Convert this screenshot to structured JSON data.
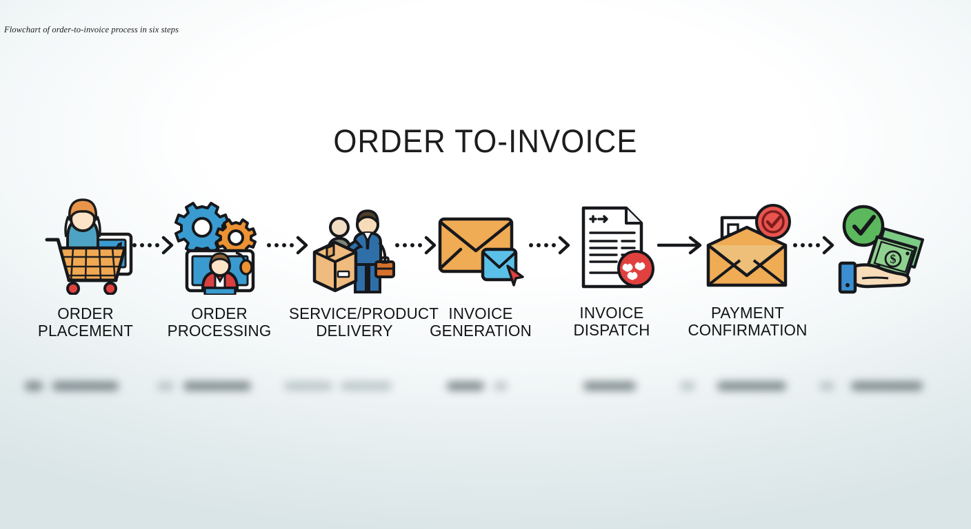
{
  "caption": "Flowchart of order-to-invoice process in six steps",
  "title": "ORDER TO-INVOICE",
  "colors": {
    "background_center": "#ffffff",
    "background_edge": "#dae5e7",
    "text": "#111214",
    "arrow": "#16181c",
    "orange": "#f0a952",
    "orange_dark": "#e08c3a",
    "blue": "#3a9bd0",
    "blue_dark": "#1d6fa5",
    "red": "#e0413f",
    "green": "#53b85c",
    "skin": "#f5d6b5",
    "box_tan": "#f0bb7e"
  },
  "steps": [
    {
      "index": 1,
      "label": "ORDER\nPLACEMENT",
      "icon": "shopping-cart-online-order-icon",
      "icon_description": "Shopping cart with person at computer"
    },
    {
      "index": 2,
      "label": "ORDER\nPROCESSING",
      "icon": "gears-monitor-agent-icon",
      "icon_description": "Gears above monitor with support agent"
    },
    {
      "index": 3,
      "label": "SERVICE/PRODUCT\nDELIVERY",
      "icon": "package-delivery-person-icon",
      "icon_description": "Cardboard box with delivery person and briefcase"
    },
    {
      "index": 4,
      "label": "INVOICE\nGENERATION",
      "icon": "envelope-cursor-icon",
      "icon_description": "Orange envelope with blue envelope badge and cursor"
    },
    {
      "index": 5,
      "label": "INVOICE\nDISPATCH",
      "icon": "document-send-badge-icon",
      "icon_description": "Invoice document with red send badge"
    },
    {
      "index": 6,
      "label": "PAYMENT\nCONFIRMATION",
      "icon": "open-envelope-check-icon",
      "icon_description": "Open envelope with letter and red check badge"
    },
    {
      "index": 7,
      "label": "",
      "icon": "hand-cash-check-icon",
      "icon_description": "Hand holding dollar bills with green check"
    }
  ],
  "connectors": [
    {
      "index": 1,
      "style": "dotted"
    },
    {
      "index": 2,
      "style": "dotted"
    },
    {
      "index": 3,
      "style": "dotted"
    },
    {
      "index": 4,
      "style": "dotted"
    },
    {
      "index": 5,
      "style": "solid"
    },
    {
      "index": 6,
      "style": "dotted"
    }
  ]
}
